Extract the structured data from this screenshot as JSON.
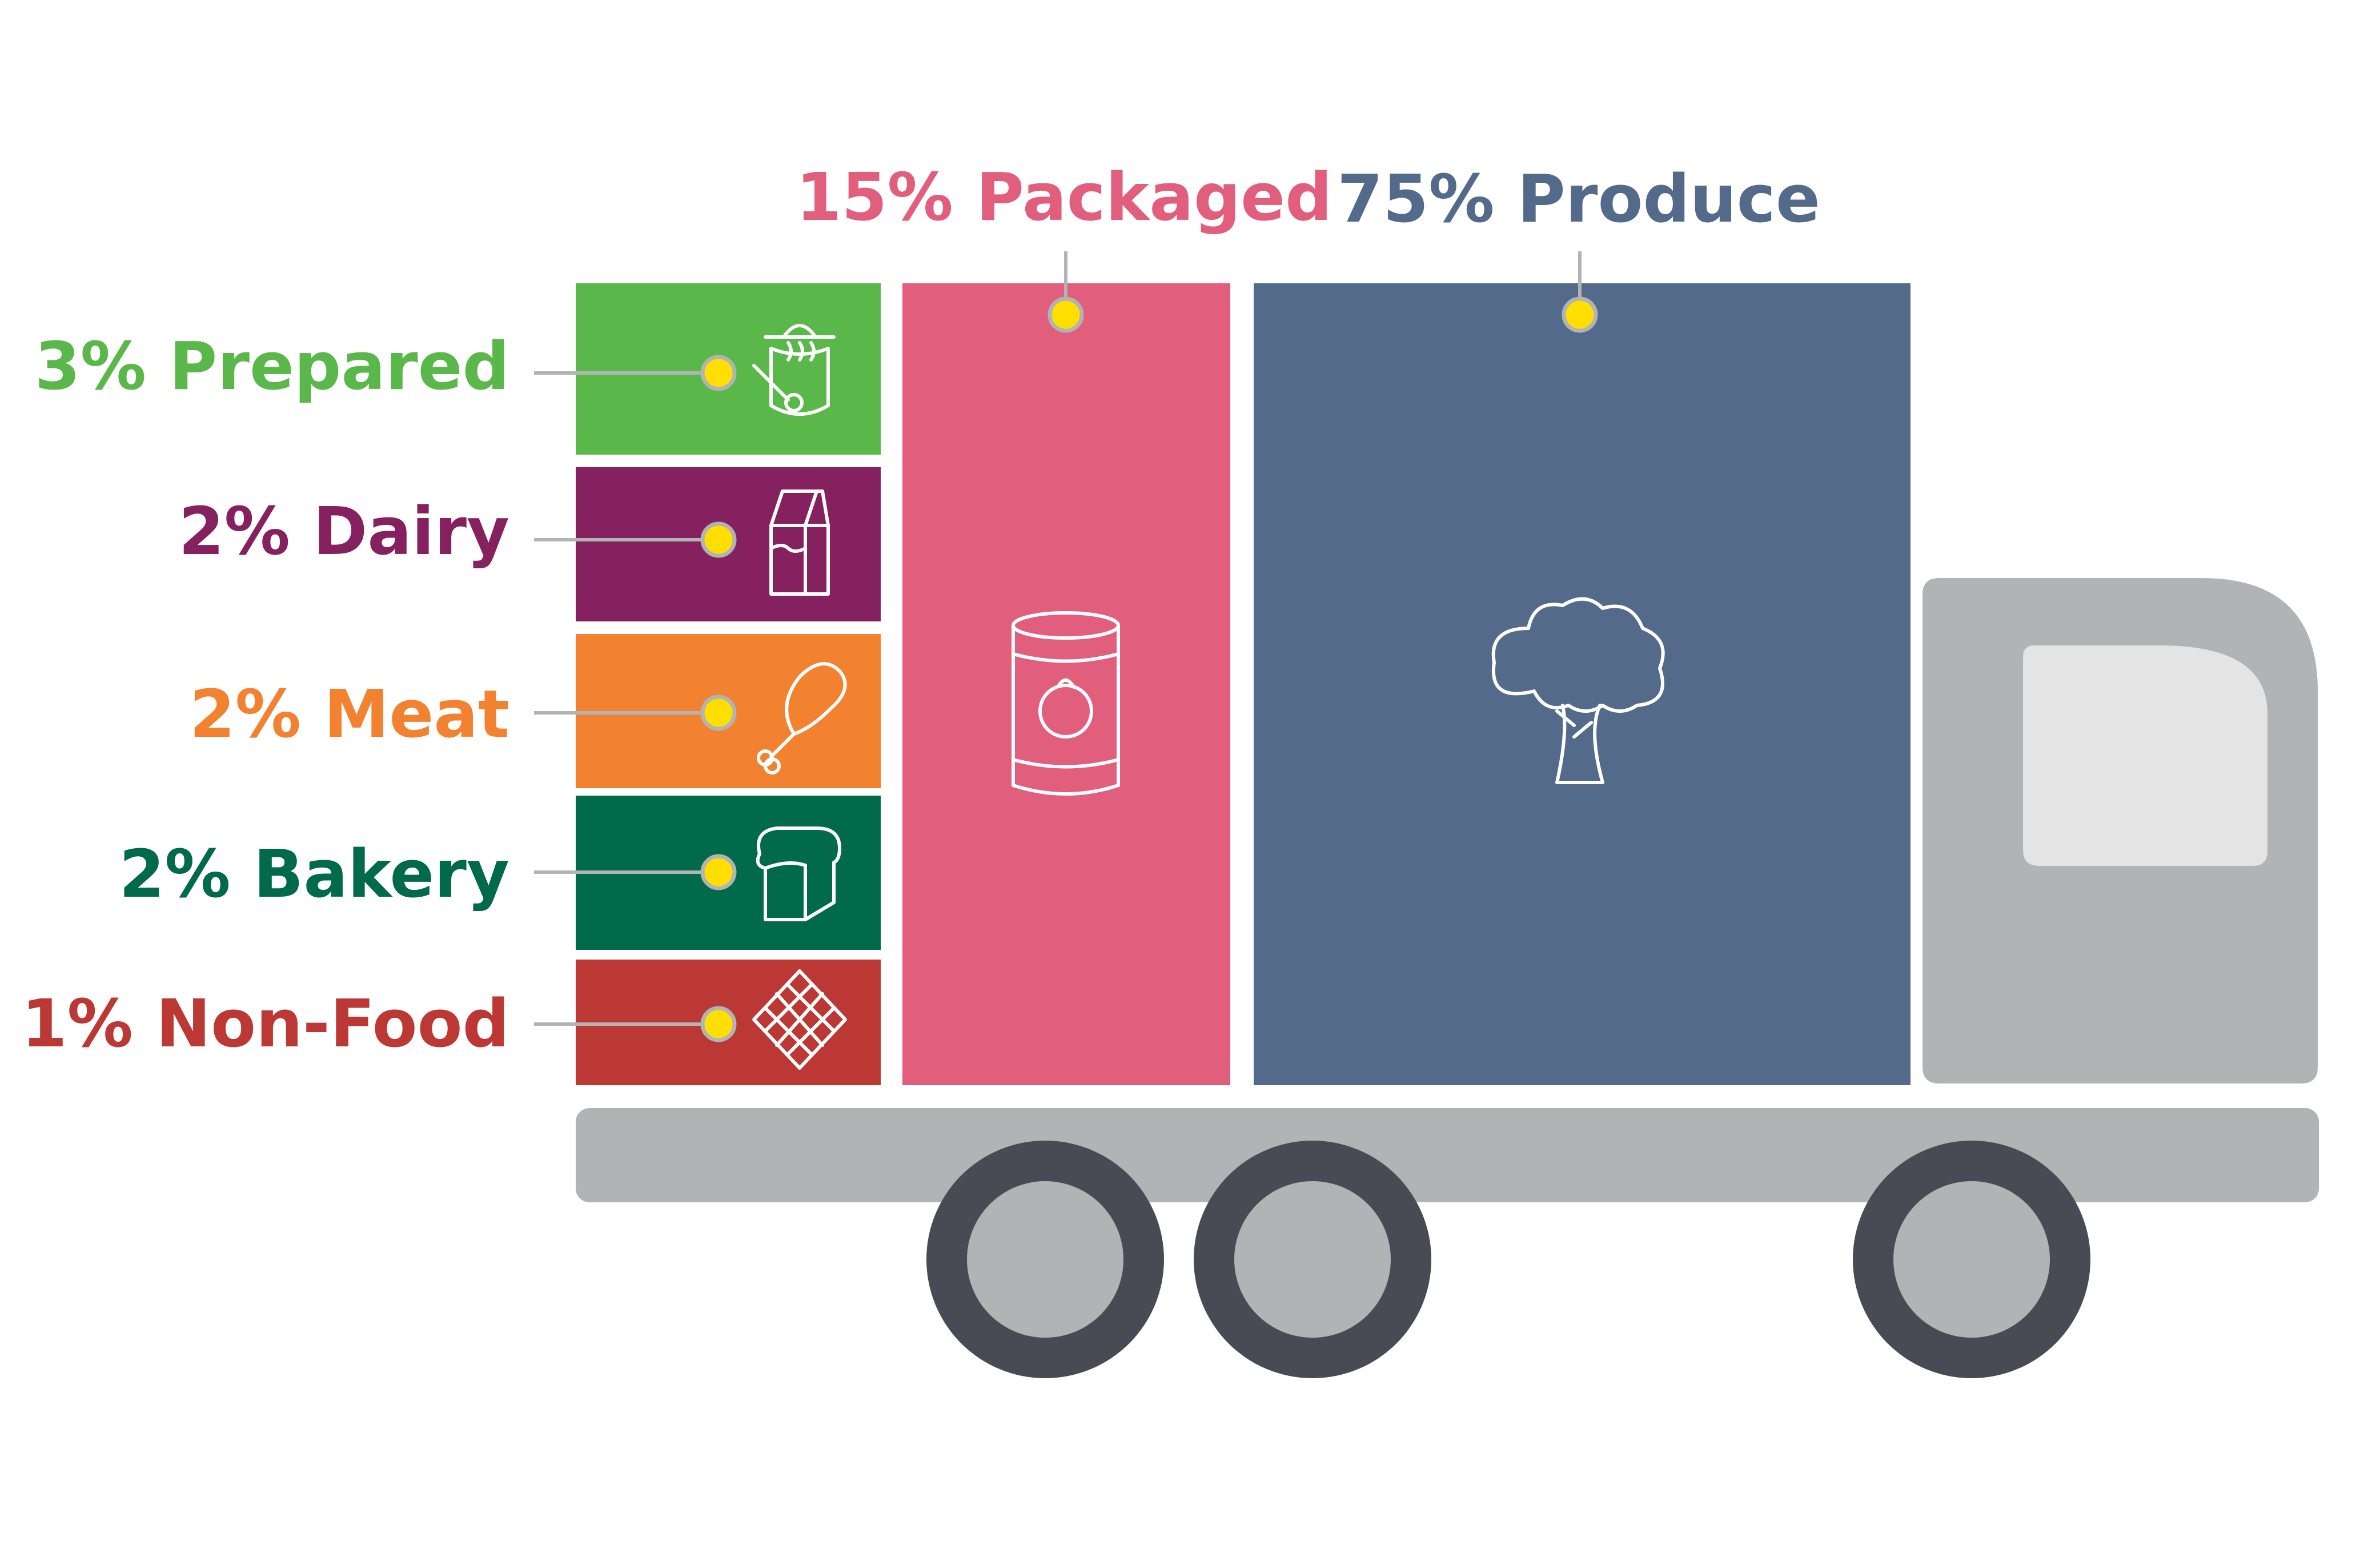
{
  "chart_data": {
    "type": "bar",
    "categories": [
      "Prepared",
      "Dairy",
      "Meat",
      "Bakery",
      "Non-Food",
      "Packaged",
      "Produce"
    ],
    "values": [
      3,
      2,
      2,
      2,
      1,
      15,
      75
    ],
    "unit": "%",
    "labels": [
      {
        "category": "Prepared",
        "text": "3% Prepared",
        "color": "#5ab74a",
        "icon": "stock-pot-icon"
      },
      {
        "category": "Dairy",
        "text": "2% Dairy",
        "color": "#86215f",
        "icon": "milk-carton-icon"
      },
      {
        "category": "Meat",
        "text": "2% Meat",
        "color": "#f28130",
        "icon": "drumstick-icon"
      },
      {
        "category": "Bakery",
        "text": "2% Bakery",
        "color": "#016a48",
        "icon": "bread-loaf-icon"
      },
      {
        "category": "Non-Food",
        "text": "1% Non-Food",
        "color": "#bc3834",
        "icon": "wrapped-package-icon"
      },
      {
        "category": "Packaged",
        "text": "15% Packaged",
        "color": "#e25e7d",
        "icon": "tomato-can-icon"
      },
      {
        "category": "Produce",
        "text": "75% Produce",
        "color": "#546a8b",
        "icon": "broccoli-icon"
      }
    ]
  },
  "colors": {
    "truck_body": "#b1b3b4",
    "cab_window": "#e3e4e3",
    "tire": "#494b54",
    "leader_line": "#b1b3b4",
    "marker_dot": "#ffde00",
    "text_produce": "#546a8b"
  }
}
